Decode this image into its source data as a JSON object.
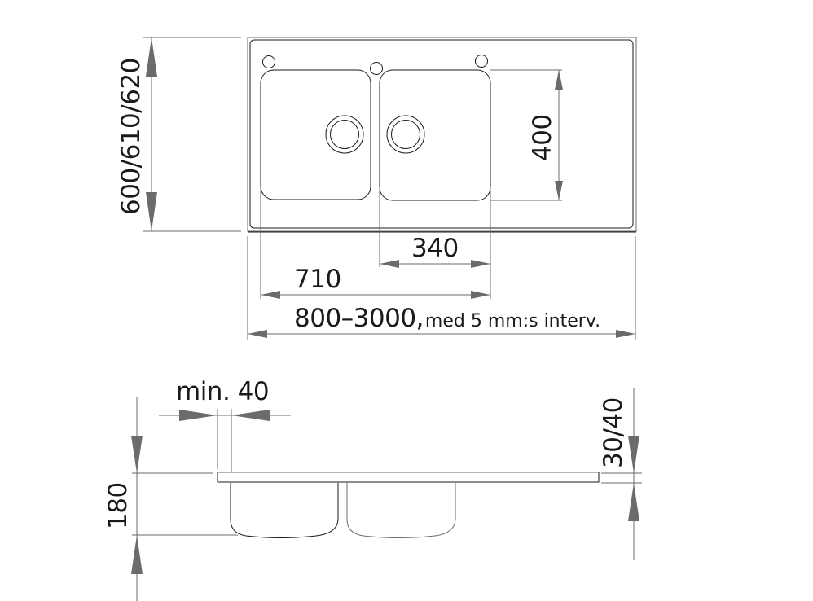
{
  "top_view": {
    "height_dim": "600/610/620",
    "basin_depth_dim": "400",
    "bowl_spacing_dim": "340",
    "drain_offset_dim": "710",
    "length_dim_value": "800–3000,",
    "length_dim_note": "med 5 mm:s interv."
  },
  "side_view": {
    "min_edge_dim": "min. 40",
    "total_depth_dim": "180",
    "top_thickness_dim": "30/40"
  },
  "colors": {
    "outline": "#1a1a1a",
    "dimension": "#6b6b6b"
  }
}
